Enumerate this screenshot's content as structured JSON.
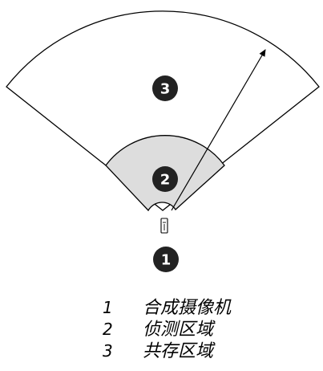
{
  "diagram": {
    "callouts": [
      {
        "number": "1",
        "target": "camera"
      },
      {
        "number": "2",
        "target": "detection-zone"
      },
      {
        "number": "3",
        "target": "coexistence-zone"
      }
    ],
    "camera_icon": "radar-camera-icon",
    "colors": {
      "outline": "#000000",
      "detection_zone_fill": "#dddddd",
      "coexistence_zone_fill": "#ffffff",
      "badge_fill": "#222222",
      "badge_text": "#ffffff"
    }
  },
  "legend": [
    {
      "number": "1",
      "label": "合成摄像机"
    },
    {
      "number": "2",
      "label": "侦测区域"
    },
    {
      "number": "3",
      "label": "共存区域"
    }
  ]
}
